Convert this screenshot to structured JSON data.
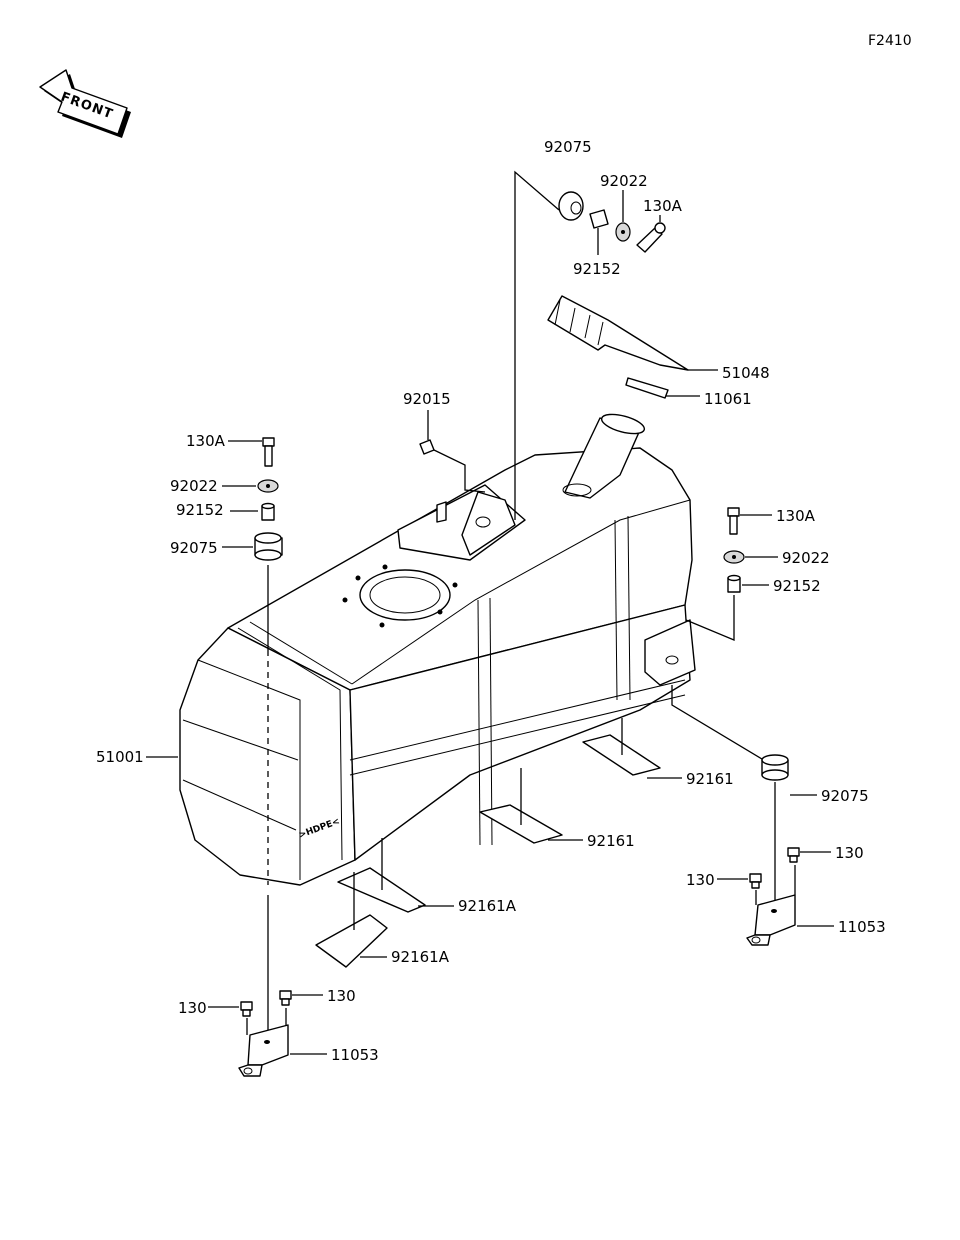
{
  "figure_id": "F2410",
  "front_label": "FRONT",
  "tank_marking": ">HDPE<",
  "labels": {
    "p92075_top": "92075",
    "p92022_top": "92022",
    "p130A_top": "130A",
    "p92152_top": "92152",
    "p51048": "51048",
    "p11061": "11061",
    "p92015": "92015",
    "p130A_left": "130A",
    "p92022_left": "92022",
    "p92152_left": "92152",
    "p92075_left": "92075",
    "p130A_right": "130A",
    "p92022_right": "92022",
    "p92152_right": "92152",
    "p51001": "51001",
    "p92161_a": "92161",
    "p92161_b": "92161",
    "p92161A_a": "92161A",
    "p92161A_b": "92161A",
    "p92075_right": "92075",
    "p130_r1": "130",
    "p130_r2": "130",
    "p11053_right": "11053",
    "p130_l1": "130",
    "p130_l2": "130",
    "p11053_left": "11053"
  }
}
